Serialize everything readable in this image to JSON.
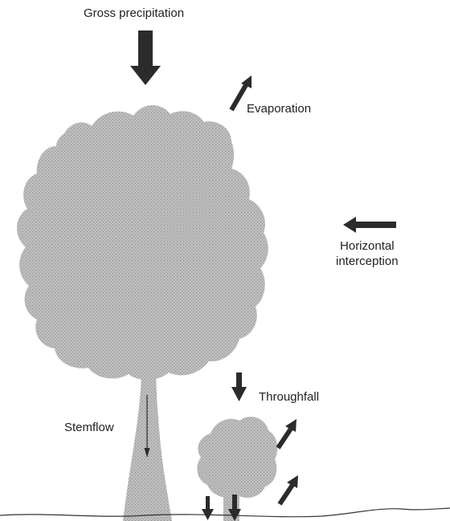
{
  "labels": {
    "gross_precipitation": "Gross precipitation",
    "evaporation": "Evaporation",
    "horizontal_interception_line1": "Horizontal",
    "horizontal_interception_line2": "interception",
    "throughfall": "Throughfall",
    "stemflow": "Stemflow"
  },
  "colors": {
    "foliage": "#b3b3b3",
    "trunk": "#bdbdbd",
    "arrow": "#2b2b2b",
    "ground": "#333333",
    "text": "#222222"
  }
}
